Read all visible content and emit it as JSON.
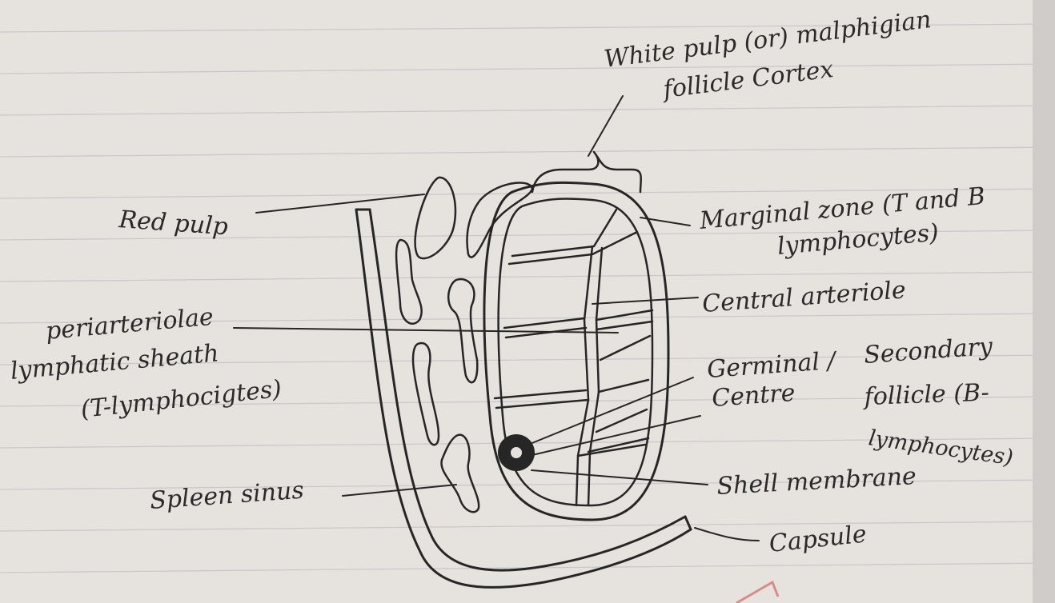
{
  "labels": {
    "white_pulp_1": "White pulp (or) malphigian",
    "white_pulp_2": "follicle Cortex",
    "red_pulp": "Red pulp",
    "pals_1": "periarteriolae",
    "pals_2": "lymphatic sheath",
    "pals_3": "(T-lymphocigtes)",
    "spleen_sinus": "Spleen sinus",
    "marginal_1": "Marginal zone (T and B",
    "marginal_2": "lymphocytes)",
    "central_arteriole": "Central arteriole",
    "germinal_1": "Germinal /",
    "germinal_2": "Centre",
    "secondary_1": "Secondary",
    "secondary_2": "follicle (B-",
    "secondary_3": "lymphocytes)",
    "shell_membrane": "Shell membrane",
    "capsule": "Capsule"
  },
  "colors": {
    "paper": "#e6e3de",
    "ink": "#262626",
    "rule": "#c9c8cc",
    "margin": "#d98a8a"
  }
}
